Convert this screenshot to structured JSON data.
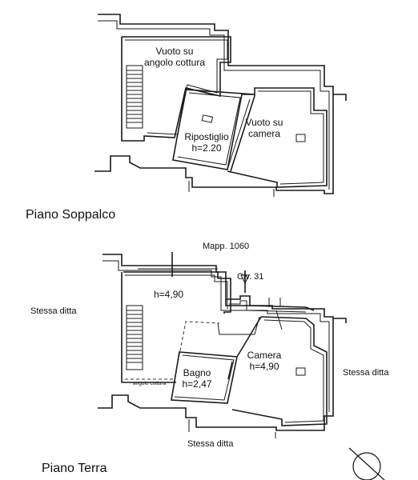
{
  "upper_floor": {
    "title": "Piano Soppalco",
    "rooms": {
      "vuoto_cottura_line1": "Vuoto su",
      "vuoto_cottura_line2": "angolo cottura",
      "ripostiglio_name": "Ripostiglio",
      "ripostiglio_height": "h=2.20",
      "vuoto_camera_line1": "Vuoto su",
      "vuoto_camera_line2": "camera"
    }
  },
  "ground_floor": {
    "title": "Piano Terra",
    "parcel": "Mapp. 1060",
    "civic": "Civ. 31",
    "main_height": "h=4,90",
    "angolo_cottura": "angolo cottura",
    "bagno_name": "Bagno",
    "bagno_height": "h=2,47",
    "camera_name": "Camera",
    "camera_height": "h=4,90",
    "neighbors": {
      "left": "Stessa ditta",
      "right": "Stessa ditta",
      "bottom": "Stessa ditta"
    }
  }
}
